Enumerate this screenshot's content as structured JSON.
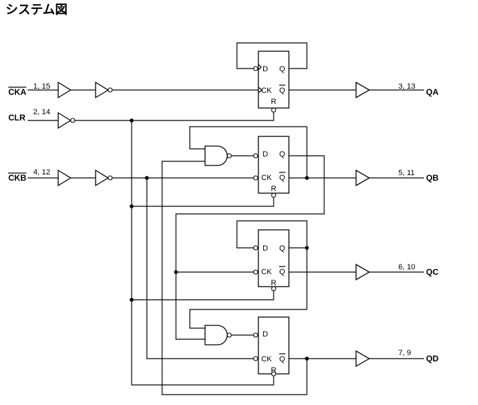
{
  "title": "システム図",
  "inputs": {
    "cka": {
      "name": "CKA",
      "pins": "1, 15"
    },
    "clr": {
      "name": "CLR",
      "pins": "2, 14"
    },
    "ckb": {
      "name": "CKB",
      "pins": "4, 12"
    }
  },
  "outputs": {
    "qa": {
      "name": "QA",
      "pins": "3, 13"
    },
    "qb": {
      "name": "QB",
      "pins": "5, 11"
    },
    "qc": {
      "name": "QC",
      "pins": "6, 10"
    },
    "qd": {
      "name": "QD",
      "pins": "7,  9"
    }
  },
  "flipflop_labels": {
    "d": "D",
    "q": "Q",
    "qbar": "Q",
    "ck": "CK",
    "r": "R"
  }
}
